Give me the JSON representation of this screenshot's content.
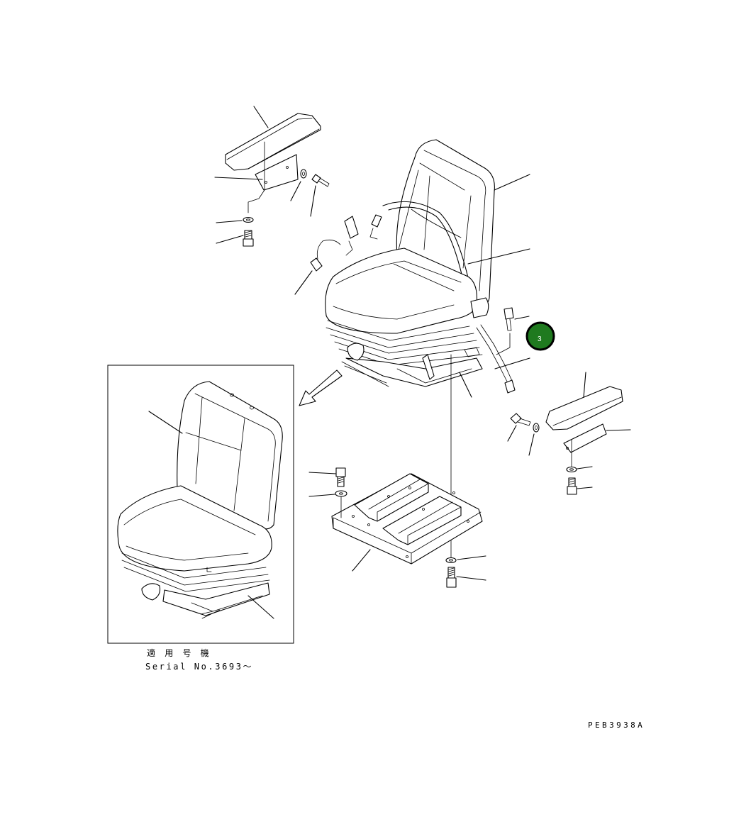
{
  "diagram": {
    "inset_caption_jp": "適 用 号 機",
    "inset_caption_serial": "Serial No.3693～",
    "drawing_code": "PEB3938A",
    "callout": {
      "label": "3",
      "fill": "#1f7a1f",
      "ring": "#000000",
      "text_color": "#ffffff"
    }
  },
  "icons": [
    "arrow-icon"
  ]
}
